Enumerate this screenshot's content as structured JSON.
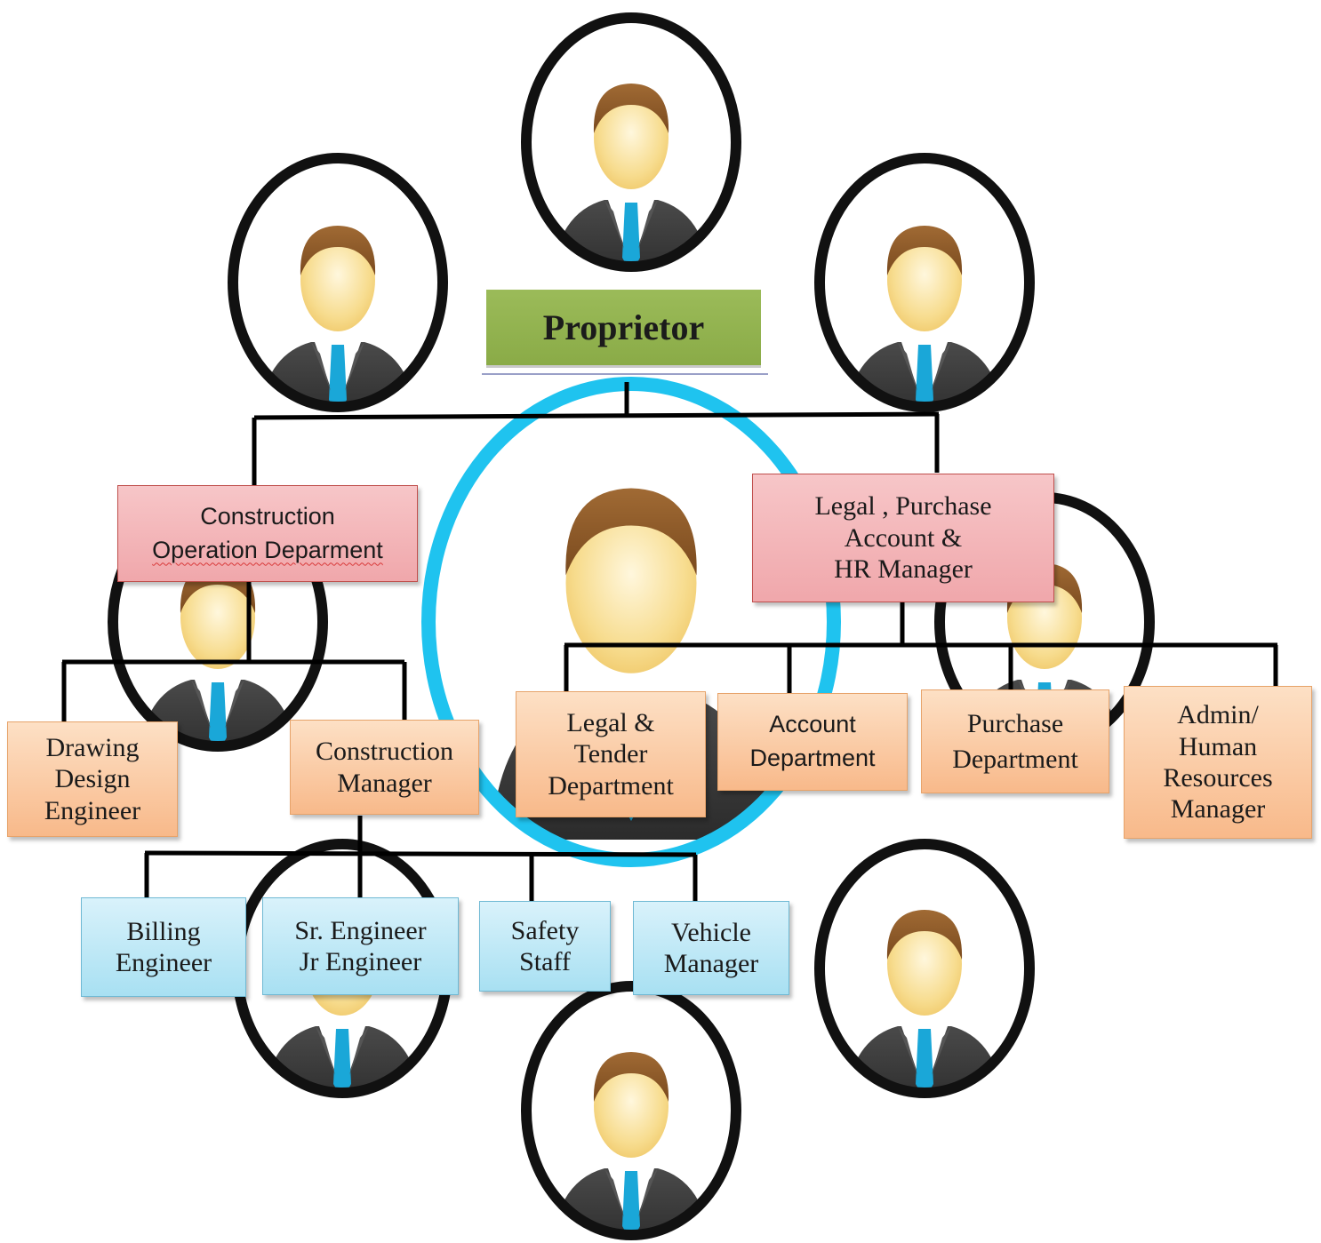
{
  "chart": {
    "proprietor": "Proprietor",
    "construction_ops": [
      "Construction",
      "Operation Deparment"
    ],
    "legal_purchase": [
      "Legal , Purchase",
      "Account &",
      "HR Manager"
    ],
    "drawing_design": [
      "Drawing",
      "Design",
      "Engineer"
    ],
    "construction_manager": [
      "Construction",
      "Manager"
    ],
    "legal_tender": [
      "Legal &",
      "Tender",
      "Department"
    ],
    "account_dept": [
      "Account",
      "Department"
    ],
    "purchase_dept": [
      "Purchase",
      "Department"
    ],
    "admin_hr": [
      "Admin/",
      "Human",
      "Resources",
      "Manager"
    ],
    "billing": [
      "Billing",
      "Engineer"
    ],
    "sr_jr": [
      "Sr. Engineer",
      "Jr Engineer"
    ],
    "safety": [
      "Safety",
      "Staff"
    ],
    "vehicle": [
      "Vehicle",
      "Manager"
    ]
  },
  "colors": {
    "top_fill": "#9bbb59",
    "dept_fill": "#f2b5b8",
    "sub_fill": "#f9c89f",
    "staff_fill": "#bde8f5",
    "accent_ring": "#1fc3ef",
    "tie": "#1aa7d8",
    "suit": "#3a3a3a",
    "hair": "#8b5a2b",
    "face": "#f7dc8e"
  },
  "icons": {
    "avatar": "business-person-avatar-icon"
  }
}
